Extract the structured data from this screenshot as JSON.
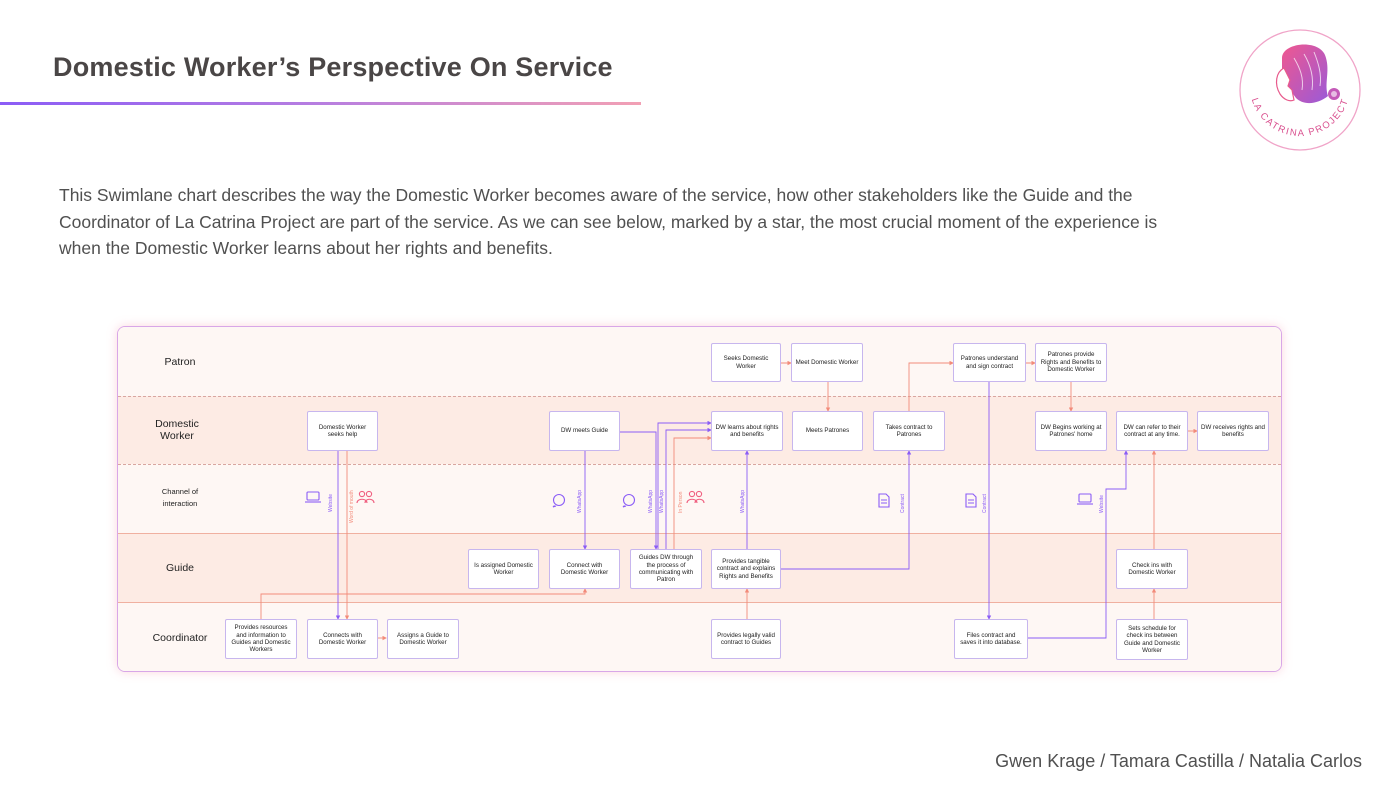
{
  "page": {
    "title": "Domestic Worker’s Perspective On Service",
    "intro": "This Swimlane chart describes the way the Domestic Worker becomes aware of the service, how other stakeholders like the Guide and the Coordinator of La Catrina Project are part of the service. As we can see below, marked by a star, the most crucial moment of the experience is when the Domestic Worker learns about her rights and benefits.",
    "credits": "Gwen Krage / Tamara Castilla / Natalia Carlos"
  },
  "logo": {
    "text": "LA CATRINA PROJECT",
    "icon": "catrina-face-logo"
  },
  "colors": {
    "purple": "#8b5cf6",
    "coral": "#f28b7a",
    "lane_alt": "#fde9e3",
    "lane_light": "#fef7f4"
  },
  "lanes": {
    "patron": "Patron",
    "domestic_worker": "Domestic Worker",
    "channel": "Channel of interaction",
    "guide": "Guide",
    "coordinator": "Coordinator"
  },
  "nodes": {
    "seeks_domestic_worker": "Seeks Domestic Worker",
    "meet_domestic_worker": "Meet Domestic Worker",
    "patrones_sign_contract": "Patrones understand and sign contract",
    "patrones_provide_rights": "Patrones provide Rights and Benefits to Domestic Worker",
    "dw_seeks_help": "Domestic Worker seeks help",
    "dw_meets_guide": "DW meets Guide",
    "dw_learns_rights": "DW learns about rights and benefits",
    "meets_patrones": "Meets Patrones",
    "takes_contract": "Takes contract to Patrones",
    "dw_begins_working": "DW Begins working at Patrones' home",
    "dw_can_refer": "DW can refer to their contract at any time.",
    "dw_receives_rights": "DW receives rights and benefits",
    "is_assigned": "Is assigned Domestic Worker",
    "connect_with_dw": "Connect with Domestic Worker",
    "guides_dw": "Guides DW through the process of communicating with Patron",
    "provides_tangible": "Provides tangible contract and explains Rights and Benefits",
    "check_ins": "Check ins with Domestic Worker",
    "provides_resources": "Provides resources and information to Guides and Domestic Workers",
    "connects_with_dw": "Connects with Domestic Worker",
    "assigns_guide": "Assigns a Guide to Domestic Worker",
    "provides_legal_contract": "Provides legally valid contract to Guides",
    "files_contract": "Files contract and saves it into database.",
    "sets_schedule": "Sets schedule for check ins between Guide and Domestic Worker"
  },
  "channels": {
    "website": "Website",
    "word_of_mouth": "Word of mouth",
    "whatsapp": "WhatsApp",
    "in_person": "In Person",
    "contract": "Contract",
    "icons": [
      "laptop-icon",
      "people-icon",
      "whatsapp-icon",
      "document-icon",
      "star-icon"
    ]
  }
}
